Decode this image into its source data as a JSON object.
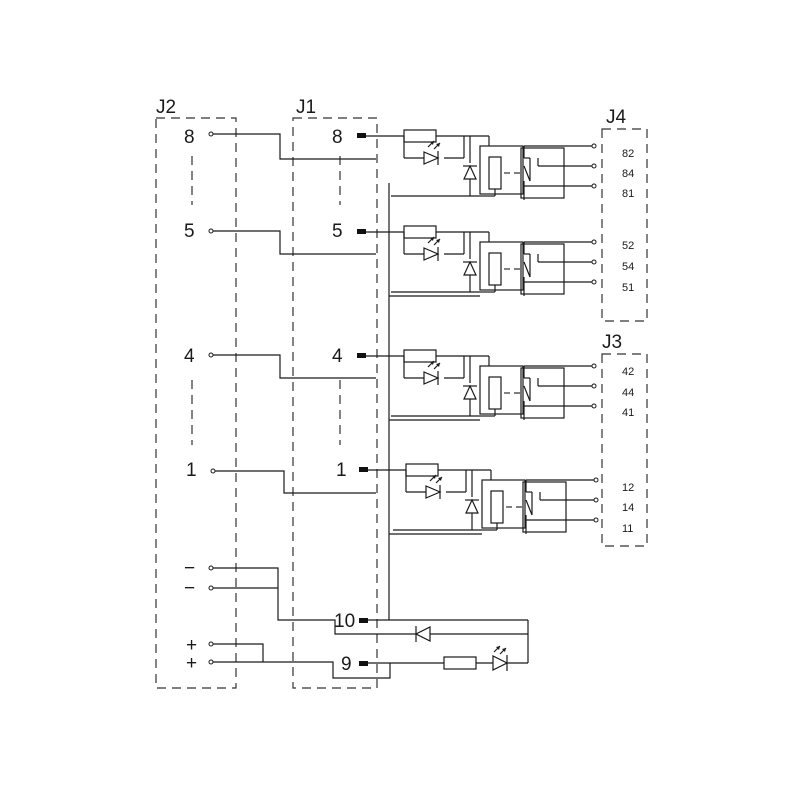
{
  "connectors": {
    "j2": {
      "label": "J2",
      "pins": [
        "8",
        "5",
        "4",
        "1",
        "−",
        "−",
        "+",
        "+"
      ]
    },
    "j1": {
      "label": "J1",
      "pins": [
        "8",
        "5",
        "4",
        "1",
        "10",
        "9"
      ]
    },
    "j4": {
      "label": "J4",
      "pins": [
        "82",
        "84",
        "81",
        "52",
        "54",
        "51"
      ]
    },
    "j3": {
      "label": "J3",
      "pins": [
        "42",
        "44",
        "41",
        "12",
        "14",
        "11"
      ]
    }
  },
  "colors": {
    "ink": "#1a1a1a",
    "background": "#ffffff"
  }
}
